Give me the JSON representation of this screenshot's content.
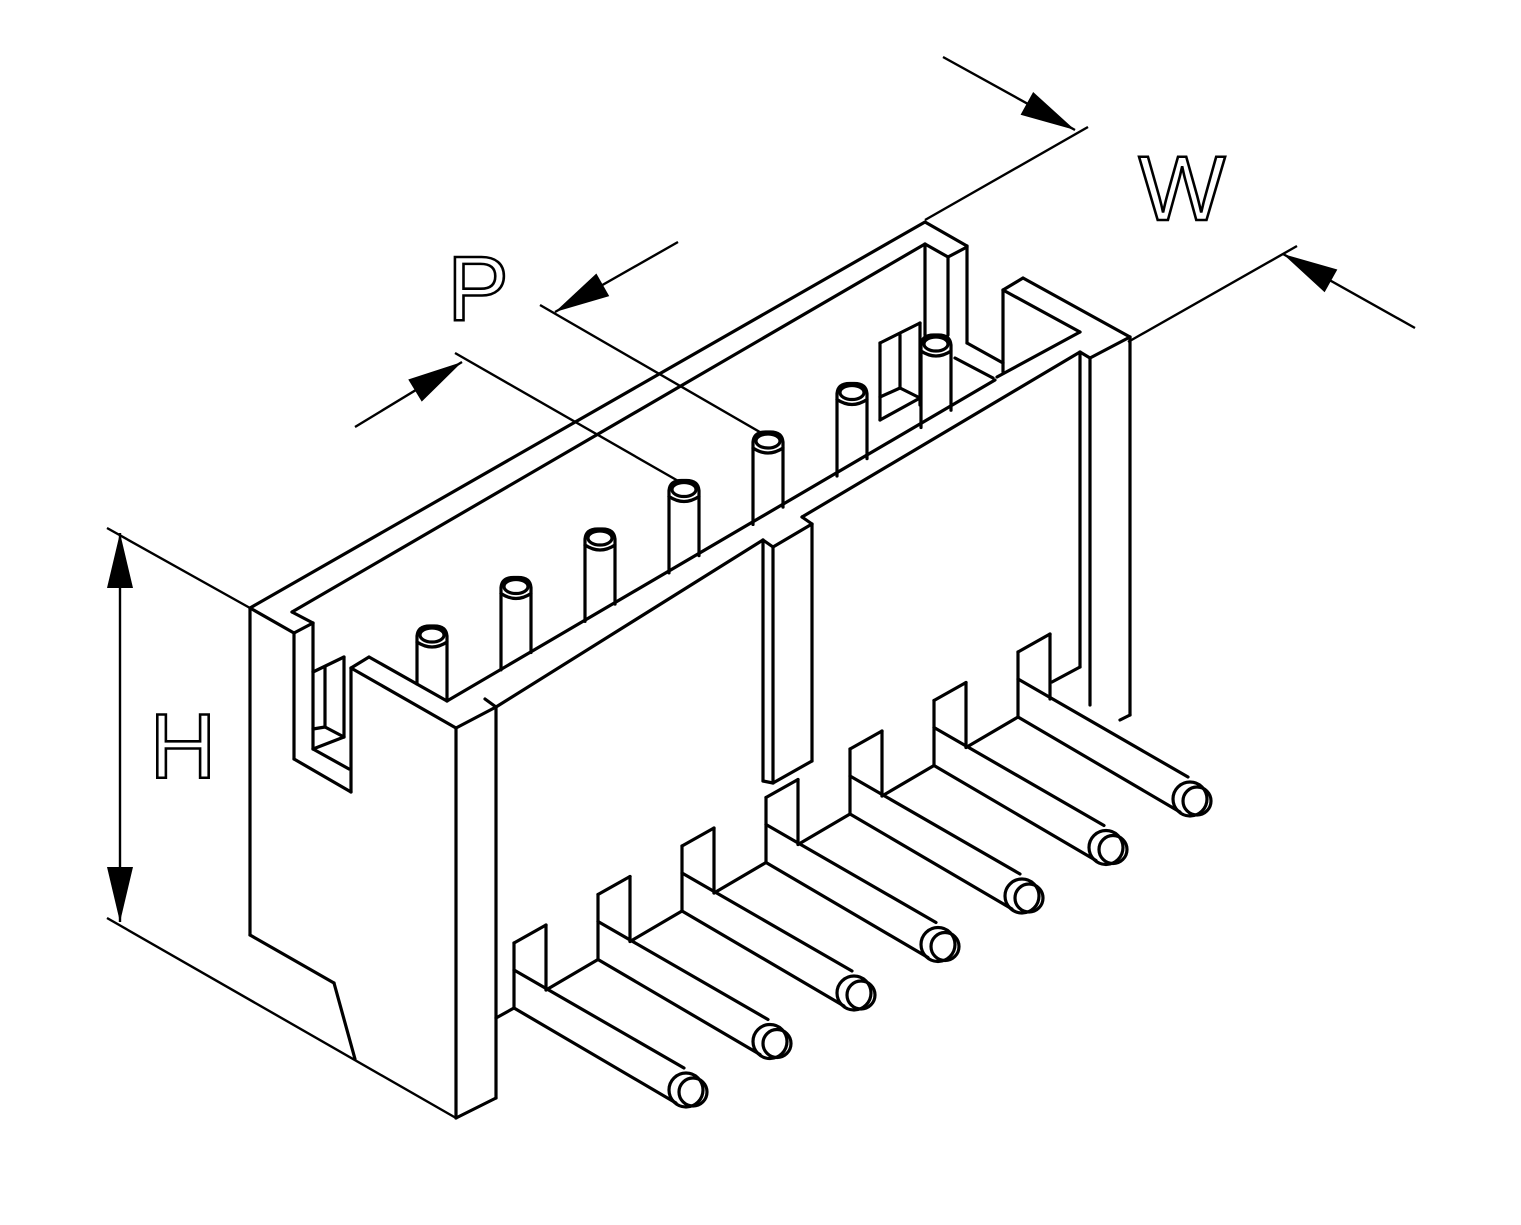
{
  "drawing": {
    "labels": {
      "pitch": "P",
      "width": "W",
      "height": "H"
    },
    "pin_count": 7,
    "line_color": "#000000",
    "background": "#ffffff"
  }
}
